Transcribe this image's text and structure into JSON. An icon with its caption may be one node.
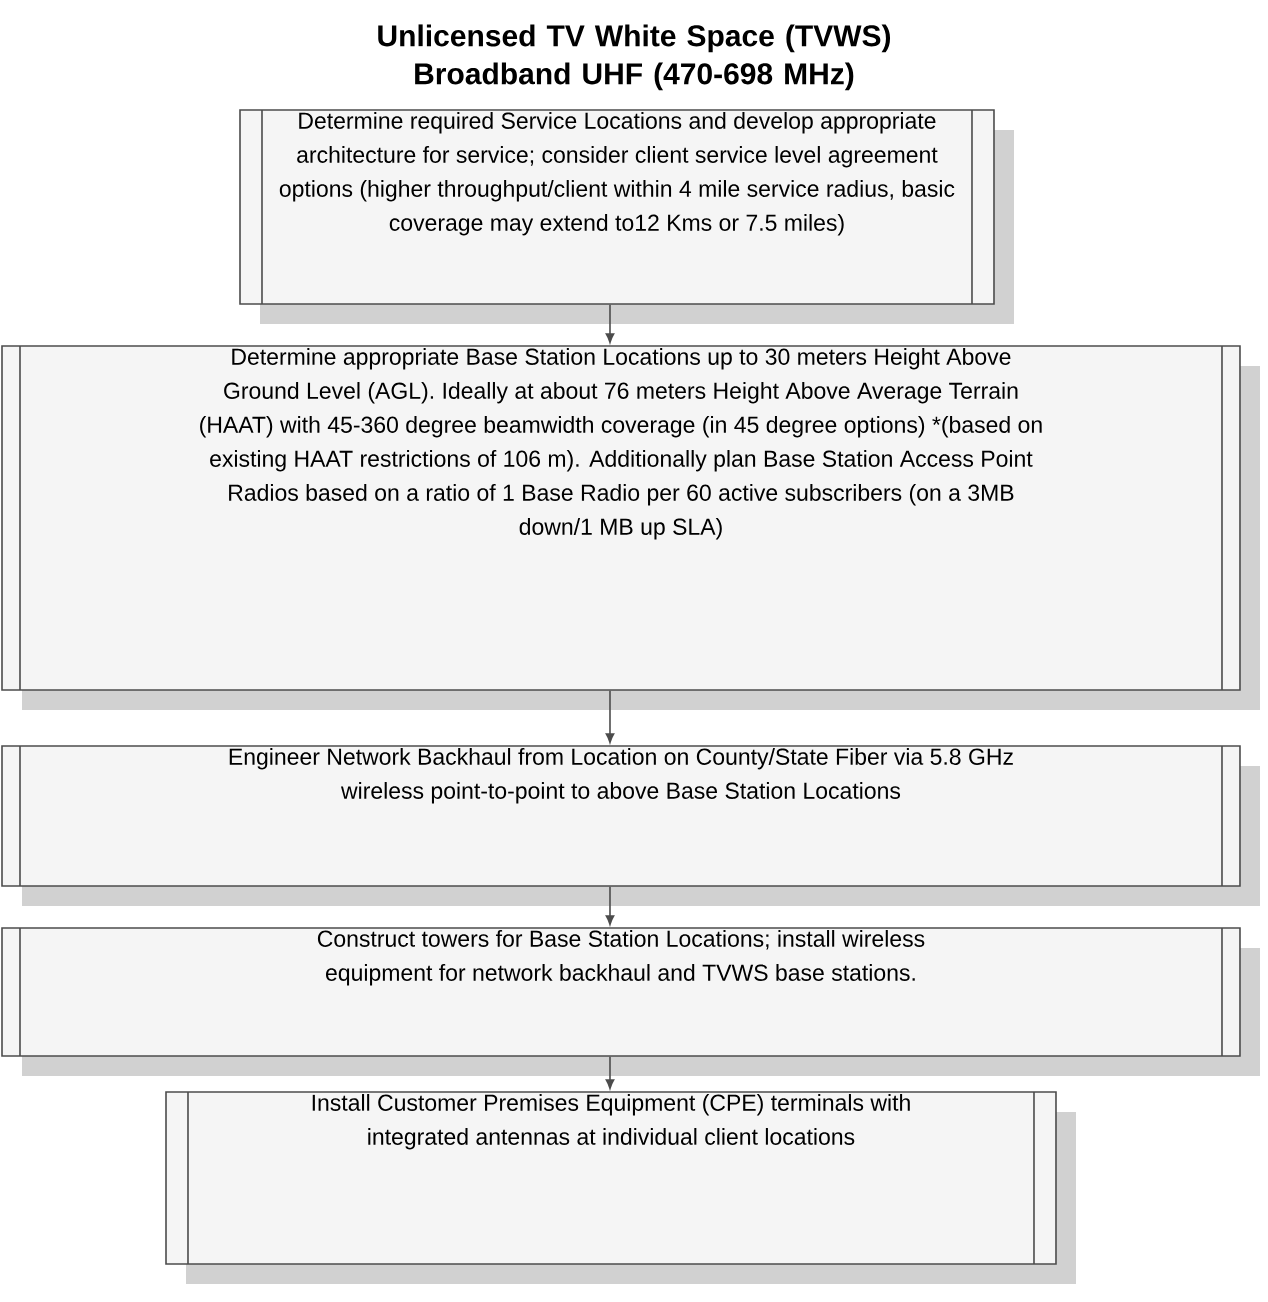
{
  "diagram": {
    "title": "Unlicensed TV White Space (TVWS) Broadband UHF (470-698 MHz)",
    "nodes": [
      {
        "text": [
          "Determine required Service Locations and develop appropriate architecture for service; consider client service level agreement options (higher throughput/client within 4 mile service radius, basic coverage may extend to12 Kms or 7.5  miles)"
        ]
      },
      {
        "text": [
          "Determine appropriate Base Station Locations up to 30 meters Height Above Ground Level (AGL). Ideally at about 76 meters Height Above Average Terrain (HAAT) with 45-360 degree beamwidth coverage (in 45 degree options) *(based on existing HAAT restrictions of 106 m). Additionally plan Base Station Access Point Radios based on a ratio of 1 Base Radio per 60 active subscribers (on a 3MB down/1 MB up SLA)"
        ]
      },
      {
        "text": [
          "Engineer Network Backhaul from Location on County/State Fiber via 5.8 GHz wireless point-to-point to above Base Station Locations"
        ]
      },
      {
        "text": [
          "Construct towers for Base Station Locations; install wireless equipment for network backhaul and TVWS base stations."
        ]
      },
      {
        "text": [
          "Install Customer Premises Equipment (CPE) terminals with integrated antennas at individual client locations"
        ]
      }
    ],
    "edges": [
      {
        "from": 0,
        "to": 1,
        "arrow": "to"
      },
      {
        "from": 1,
        "to": 2,
        "arrow": "to"
      },
      {
        "from": 2,
        "to": 3,
        "arrow": "to"
      },
      {
        "from": 3,
        "to": 4,
        "arrow": "to"
      }
    ]
  }
}
